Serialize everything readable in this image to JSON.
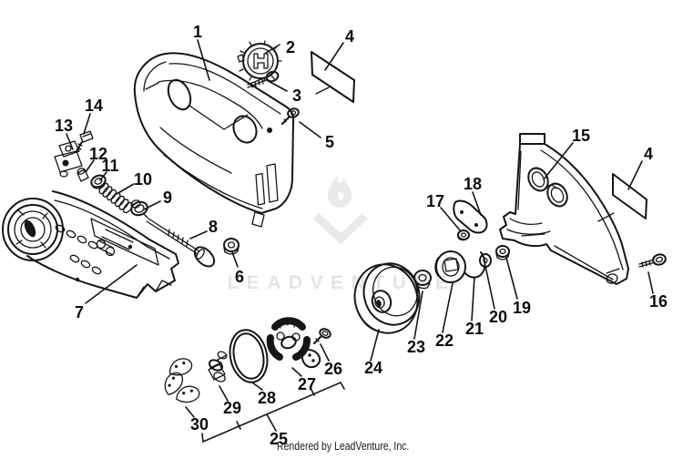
{
  "diagram": {
    "type": "exploded-parts-diagram",
    "footer": "Rendered by LeadVenture, Inc.",
    "watermark": {
      "text": "LEADVENTURE",
      "logo": "flame-v-logo"
    },
    "colors": {
      "background": "#ffffff",
      "line_art": "#151515",
      "watermark": "#e4e4e4",
      "footer_text": "#1a1a1a"
    },
    "callouts": [
      {
        "id": "1",
        "label": "1"
      },
      {
        "id": "2",
        "label": "2"
      },
      {
        "id": "3",
        "label": "3"
      },
      {
        "id": "4-top",
        "label": "4"
      },
      {
        "id": "5",
        "label": "5"
      },
      {
        "id": "6",
        "label": "6"
      },
      {
        "id": "7",
        "label": "7"
      },
      {
        "id": "8",
        "label": "8"
      },
      {
        "id": "9",
        "label": "9"
      },
      {
        "id": "10",
        "label": "10"
      },
      {
        "id": "11",
        "label": "11"
      },
      {
        "id": "12",
        "label": "12"
      },
      {
        "id": "13",
        "label": "13"
      },
      {
        "id": "14",
        "label": "14"
      },
      {
        "id": "15",
        "label": "15"
      },
      {
        "id": "4-right",
        "label": "4"
      },
      {
        "id": "16",
        "label": "16"
      },
      {
        "id": "17",
        "label": "17"
      },
      {
        "id": "18",
        "label": "18"
      },
      {
        "id": "19",
        "label": "19"
      },
      {
        "id": "20",
        "label": "20"
      },
      {
        "id": "21",
        "label": "21"
      },
      {
        "id": "22",
        "label": "22"
      },
      {
        "id": "23",
        "label": "23"
      },
      {
        "id": "24",
        "label": "24"
      },
      {
        "id": "25",
        "label": "25"
      },
      {
        "id": "26",
        "label": "26"
      },
      {
        "id": "27",
        "label": "27"
      },
      {
        "id": "28",
        "label": "28"
      },
      {
        "id": "29",
        "label": "29"
      },
      {
        "id": "30",
        "label": "30"
      }
    ]
  }
}
